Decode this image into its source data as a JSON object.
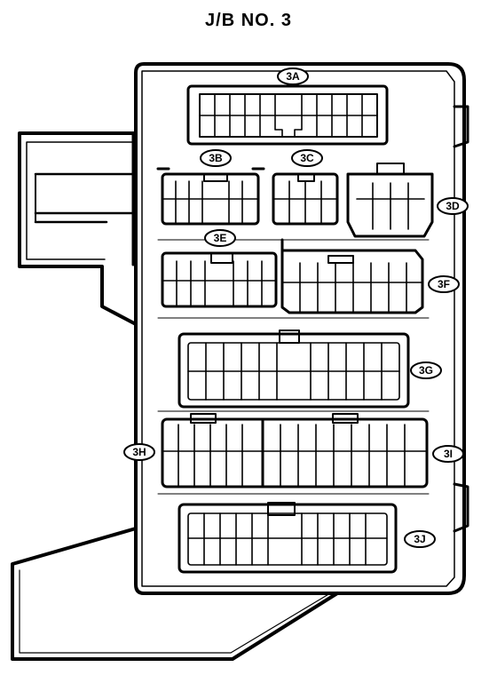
{
  "title": "J/B NO. 3",
  "connectors": [
    {
      "id": "3A",
      "label": "3A"
    },
    {
      "id": "3B",
      "label": "3B"
    },
    {
      "id": "3C",
      "label": "3C"
    },
    {
      "id": "3D",
      "label": "3D"
    },
    {
      "id": "3E",
      "label": "3E"
    },
    {
      "id": "3F",
      "label": "3F"
    },
    {
      "id": "3G",
      "label": "3G"
    },
    {
      "id": "3H",
      "label": "3H"
    },
    {
      "id": "3I",
      "label": "3I"
    },
    {
      "id": "3J",
      "label": "3J"
    }
  ],
  "colors": {
    "line": "#000000",
    "background": "#ffffff"
  }
}
